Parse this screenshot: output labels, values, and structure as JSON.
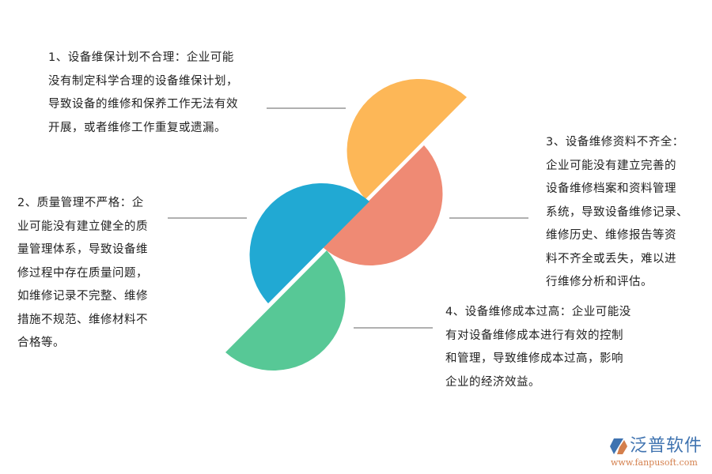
{
  "colors": {
    "orange": "#FDB757",
    "salmon": "#EF8A74",
    "blue": "#21A9D3",
    "green": "#57C896",
    "connector": "#808080",
    "text": "#222222",
    "logo_blue": "#3F73B0",
    "logo_orange": "#D47F4C"
  },
  "items": [
    {
      "id": 1,
      "title": "设备维保计划不合理",
      "lines": [
        "1、设备维保计划不合理：企业可能",
        "没有制定科学合理的设备维保计划，",
        "导致设备的维修和保养工作无法有效",
        "开展，或者维修工作重复或遗漏。"
      ],
      "color": "orange"
    },
    {
      "id": 2,
      "title": "质量管理不严格",
      "lines": [
        "2、质量管理不严格：企",
        "业可能没有建立健全的质",
        "量管理体系，导致设备维",
        "修过程中存在质量问题，",
        "如维修记录不完整、维修",
        "措施不规范、维修材料不",
        "合格等。"
      ],
      "color": "blue"
    },
    {
      "id": 3,
      "title": "设备维修资料不齐全",
      "lines": [
        "3、设备维修资料不齐全：",
        "企业可能没有建立完善的",
        "设备维修档案和资料管理",
        "系统，导致设备维修记录、",
        "维修历史、维修报告等资",
        "料不齐全或丢失，难以进",
        "行维修分析和评估。"
      ],
      "color": "salmon"
    },
    {
      "id": 4,
      "title": "设备维修成本过高",
      "lines": [
        "4、设备维修成本过高：企业可能没",
        "有对设备维修成本进行有效的控制",
        "和管理，导致维修成本过高，影响",
        "企业的经济效益。"
      ],
      "color": "green"
    }
  ],
  "logo": {
    "name": "泛普软件",
    "url": "www.fanpusoft.com",
    "icon": "fanpu-logo-icon"
  }
}
